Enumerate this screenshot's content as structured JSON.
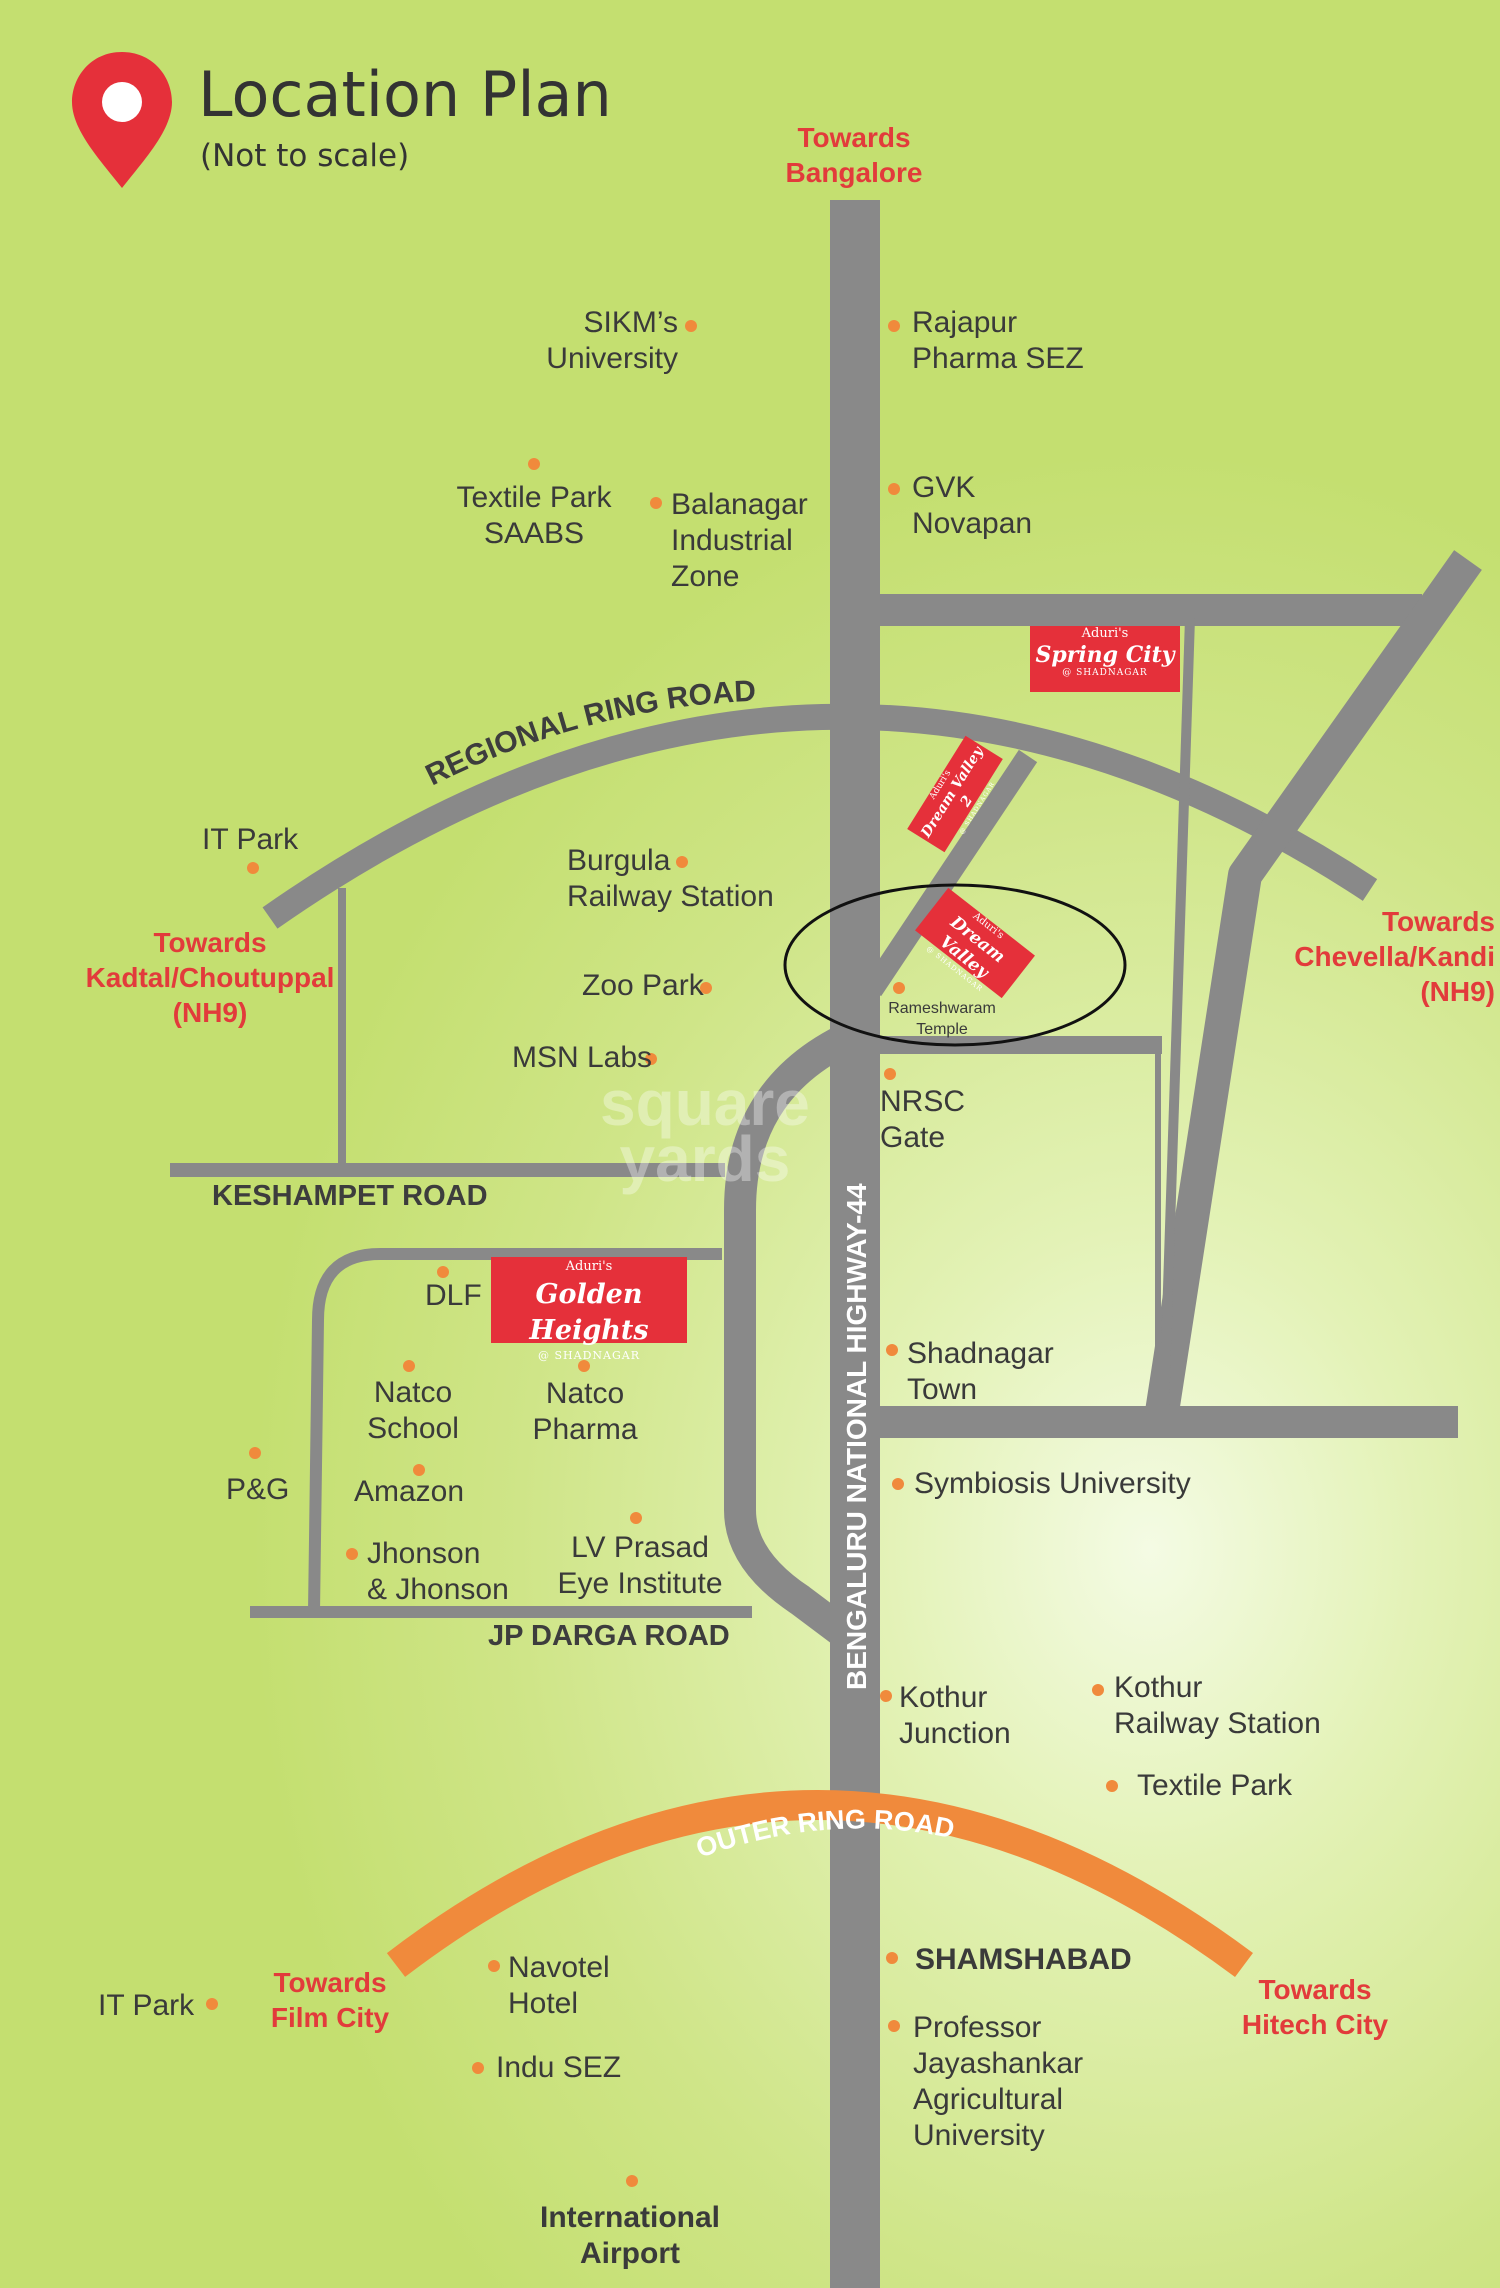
{
  "header": {
    "title": "Location Plan",
    "subtitle": "(Not to scale)",
    "icon": "map-pin-icon",
    "icon_color": "#e5303a"
  },
  "colors": {
    "road": "#898989",
    "outer_ring_road": "#f08a3c",
    "direction_text": "#e23b3b",
    "poi_dot": "#f08a3c",
    "badge": "#e5303a"
  },
  "directions": {
    "north": "Towards\nBangalore",
    "west": "Towards\nKadtal/Choutuppal\n(NH9)",
    "east": "Towards\nChevella/Kandi\n(NH9)",
    "southwest": "Towards\nFilm City",
    "southeast": "Towards\nHitech City"
  },
  "roads": {
    "regional_ring_road": "REGIONAL RING ROAD",
    "keshampet_road": "KESHAMPET ROAD",
    "jp_darga_road": "JP DARGA ROAD",
    "highway": "BENGALURU NATIONAL HIGHWAY-44",
    "outer_ring_road": "OUTER RING ROAD"
  },
  "poi": {
    "sikm": "SIKM’s\nUniversity",
    "rajapur": "Rajapur\nPharma SEZ",
    "textile_saabs": "Textile Park\nSAABS",
    "balanagar": "Balanagar\nIndustrial\nZone",
    "gvk": "GVK\nNovapan",
    "it_park_north": "IT Park",
    "burgula": "Burgula\nRailway Station",
    "zoo": "Zoo Park",
    "msn": "MSN Labs",
    "rameshwaram": "Rameshwaram\nTemple",
    "nrsc": "NRSC\nGate",
    "dlf": "DLF",
    "natco_school": "Natco\nSchool",
    "natco_pharma": "Natco\nPharma",
    "pg": "P&G",
    "amazon": "Amazon",
    "jj": "Jhonson\n& Jhonson",
    "lv_prasad": "LV Prasad\nEye Institute",
    "shadnagar": "Shadnagar\nTown",
    "symbiosis": "Symbiosis University",
    "kothur_junction": "Kothur\nJunction",
    "kothur_railway": "Kothur\nRailway Station",
    "textile_park": "Textile Park",
    "it_park_south": "IT Park",
    "navotel": "Navotel\nHotel",
    "indu": "Indu SEZ",
    "shamshabad": "SHAMSHABAD",
    "pjau": "Professor\nJayashankar\nAgricultural\nUniversity",
    "airport": "International\nAirport"
  },
  "projects": {
    "spring_city": {
      "pre": "Aduri's",
      "name": "Spring City",
      "post": "@ SHADNAGAR"
    },
    "dream_valley_2": {
      "pre": "Aduri's",
      "name": "Dream Valley 2",
      "post": "@ SHADNAGAR"
    },
    "dream_valley": {
      "pre": "Aduri's",
      "name": "Dream Valley",
      "post": "@ SHADNAGAR"
    },
    "golden_heights": {
      "pre": "Aduri's",
      "name": "Golden Heights",
      "post": "@ SHADNAGAR"
    }
  },
  "watermark": "square\nyards"
}
